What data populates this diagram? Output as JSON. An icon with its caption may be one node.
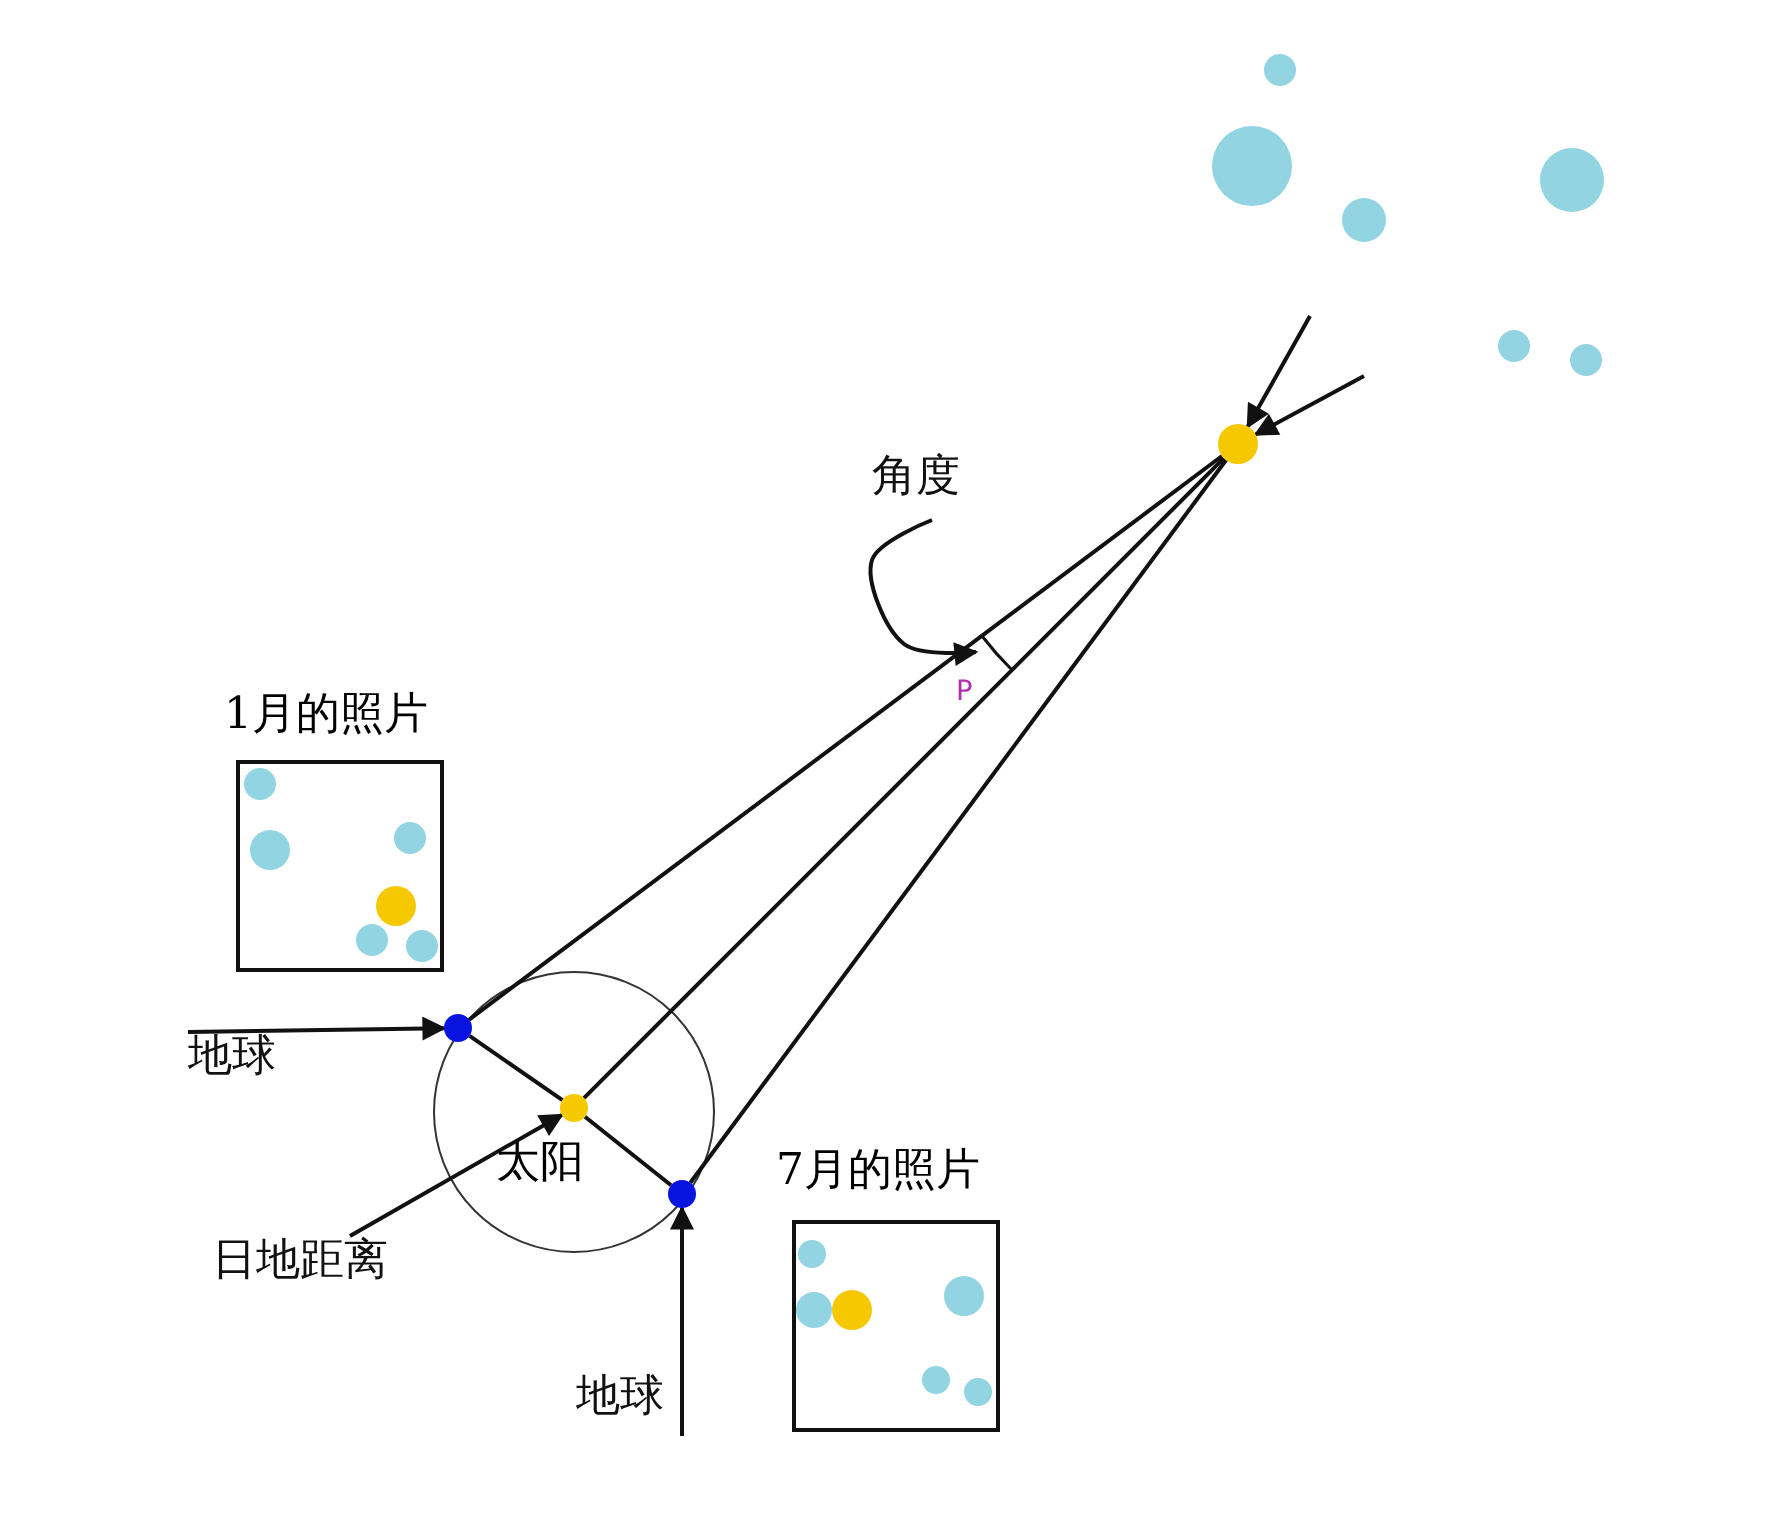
{
  "diagram": {
    "nodes": [
      {
        "text": [
          "1月的照片"
        ]
      },
      {
        "text": [
          "7月的照片"
        ]
      },
      {
        "text": [],
        "shape": "circle"
      },
      {
        "text": [],
        "shape": "circle"
      },
      {
        "text": [],
        "shape": "circle",
        "beside": [
          "太阳"
        ]
      },
      {
        "text": [],
        "shape": "circle"
      },
      {
        "text": [
          "地球"
        ]
      },
      {
        "text": [
          "地球"
        ]
      },
      {
        "text": [
          "日地距离"
        ]
      },
      {
        "text": [
          "角度"
        ]
      },
      {
        "text": [],
        "shape": "arc"
      }
    ],
    "edges": [
      {
        "from": 6,
        "to": 2,
        "arrow": "to"
      },
      {
        "from": 7,
        "to": 3,
        "arrow": "to"
      },
      {
        "from": 8,
        "to": 4,
        "arrow": "to"
      },
      {
        "from": 9,
        "to": 10,
        "arrow": "to"
      },
      {
        "from": 2,
        "to": 4,
        "arrow": "none"
      },
      {
        "from": 4,
        "to": 3,
        "arrow": "none"
      },
      {
        "from": 2,
        "to": 5,
        "arrow": "none"
      },
      {
        "from": 4,
        "to": 5,
        "arrow": "none"
      },
      {
        "from": 3,
        "to": 5,
        "arrow": "none"
      },
      {
        "from": null,
        "to": 5,
        "arrow": "to"
      },
      {
        "from": null,
        "to": 5,
        "arrow": "to"
      }
    ],
    "labels": [
      "P"
    ]
  }
}
